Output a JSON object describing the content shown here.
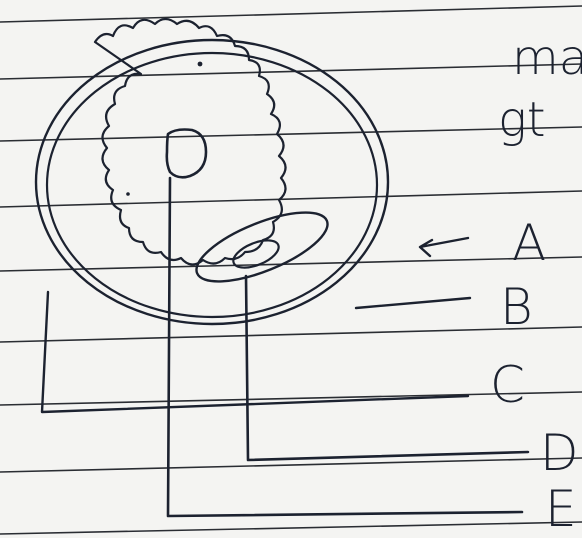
{
  "labels": {
    "a": "A",
    "b": "B",
    "c": "C",
    "d": "D",
    "e": "E"
  },
  "cut_off_text": {
    "line1": "ma",
    "line2": "gt"
  }
}
